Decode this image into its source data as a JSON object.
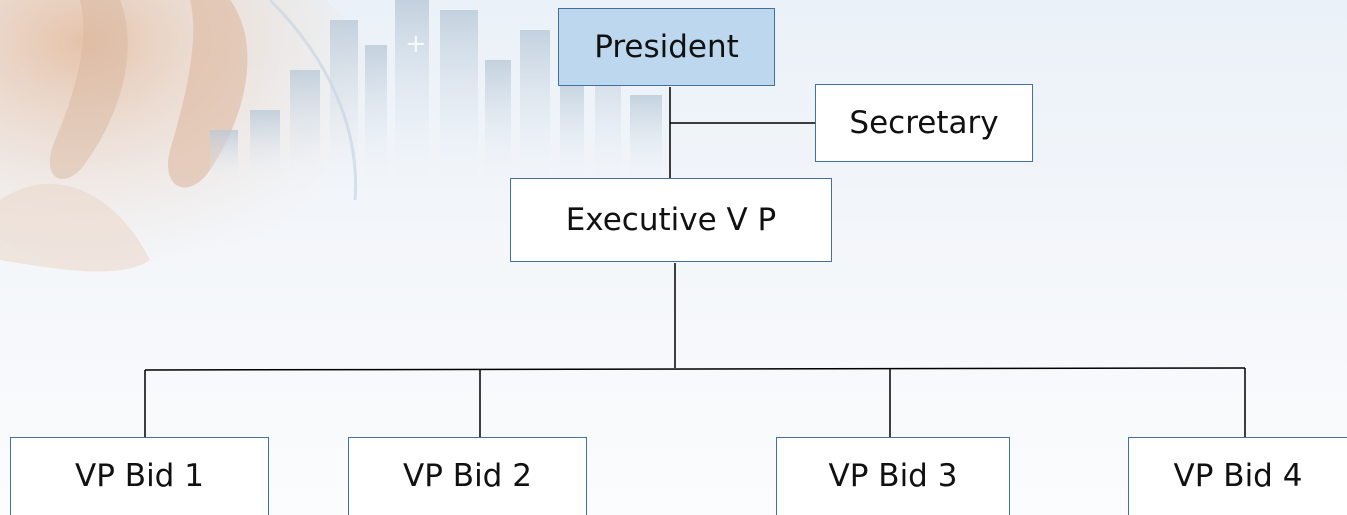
{
  "colors": {
    "box_border": "#41719c",
    "president_fill": "#bdd7ee",
    "box_fill": "#ffffff",
    "connector": "#000000",
    "text": "#111111"
  },
  "org_chart": {
    "president": "President",
    "secretary": "Secretary",
    "executive_vp": "Executive V P",
    "vp_bids": [
      "VP Bid 1",
      "VP Bid 2",
      "VP Bid 3",
      "VP Bid 4"
    ]
  }
}
